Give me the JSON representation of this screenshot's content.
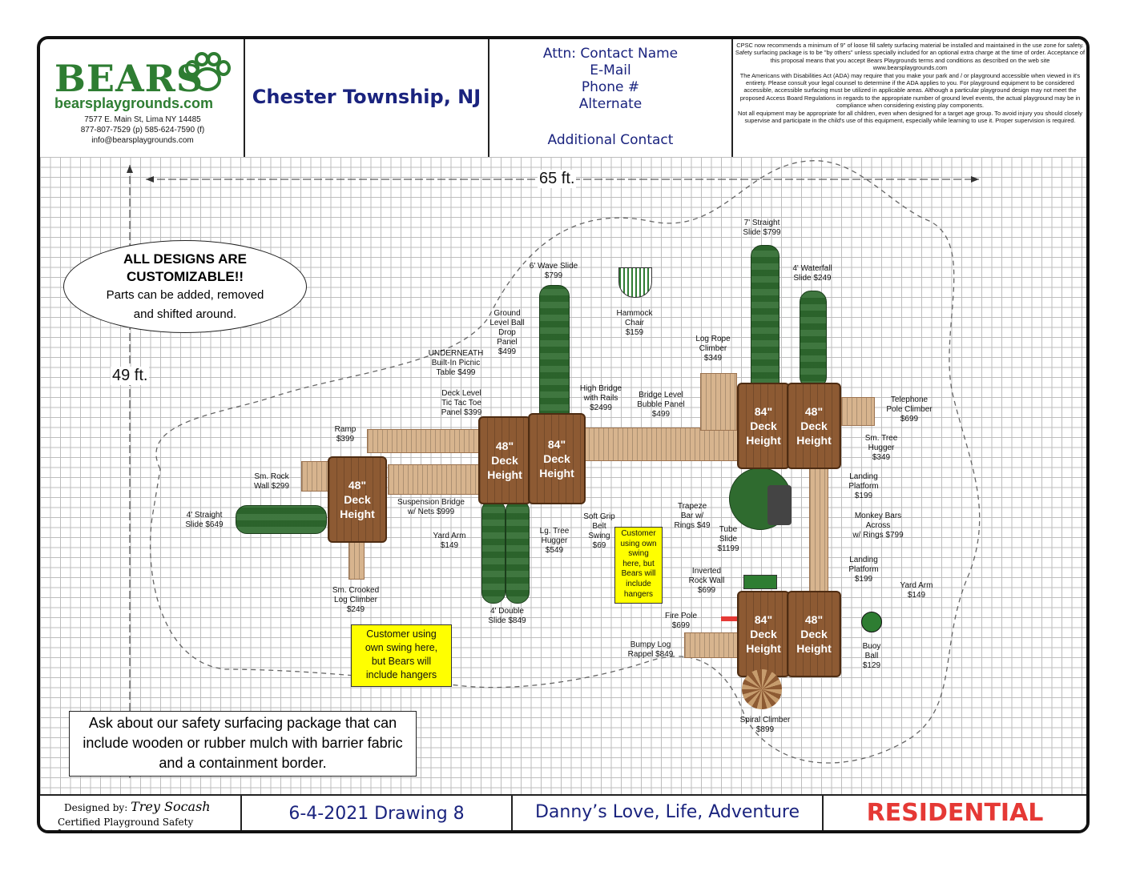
{
  "header": {
    "logo": {
      "brand": "BEARS",
      "url": "bearsplaygrounds.com",
      "address": "7577 E. Main St, Lima NY 14485",
      "phone": "877-807-7529 (p) 585-624-7590 (f)",
      "email": "info@bearsplaygrounds.com"
    },
    "location": "Chester Township, NJ",
    "contact": {
      "attn": "Attn: Contact Name",
      "email": "E-Mail",
      "phone": "Phone #",
      "alternate": "Alternate",
      "additional": "Additional Contact"
    },
    "disclaimer": "CPSC now recommends a minimum of 9\" of loose fill safety surfacing material be installed and maintained in the use zone for safety. Safety surfacing package is to be \"by others\" unless specially included for an optional extra charge at the time of order. Acceptance of this proposal means that you accept Bears Playgrounds terms and conditions as described on the web site www.bearsplaygrounds.com\nThe Americans with Disabilities Act (ADA) may require that you make your park and / or playground accessible when viewed in it's entirety. Please consult your legal counsel to determine if the ADA applies to you. For playground equipment to be considered accessible, accessible surfacing must be utilized in applicable areas. Although a particular playground design may not meet the proposed Access Board Regulations in regards to the appropriate number of ground level events, the actual playground may be in compliance when considering existing play components.\nNot all equipment may be appropriate for all children, even when designed for a target age group. To avoid injury you should closely supervise and participate in the child's use of this equipment, especially while learning to use it. Proper supervision is required."
  },
  "dimensions": {
    "width": "65 ft.",
    "height": "49 ft."
  },
  "callouts": {
    "customizable_title": "ALL DESIGNS ARE\nCUSTOMIZABLE!!",
    "customizable_body": "Parts can be added, removed\nand shifted around.",
    "surfacing": "Ask about our safety surfacing package that can include wooden or rubber mulch with barrier fabric and a containment border.",
    "swing_note_1": "Customer using\nown swing here,\nbut Bears will\ninclude hangers",
    "swing_note_2": "Customer\nusing own\nswing\nhere, but\nBears will\ninclude\nhangers"
  },
  "decks": {
    "left": "48\"\nDeck\nHeight",
    "center_a": "48\"\nDeck\nHeight",
    "center_b": "84\"\nDeck\nHeight",
    "right_top_a": "84\"\nDeck\nHeight",
    "right_top_b": "48\"\nDeck\nHeight",
    "right_bot_a": "84\"\nDeck\nHeight",
    "right_bot_b": "48\"\nDeck\nHeight"
  },
  "components": {
    "wave_slide": "6' Wave Slide\n$799",
    "ball_drop": "Ground\nLevel Ball\nDrop\nPanel\n$499",
    "picnic": "UNDERNEATH\nBuilt-In Picnic\nTable $499",
    "tictactoe": "Deck Level\nTic Tac Toe\nPanel $399",
    "ramp": "Ramp\n$399",
    "rock_wall": "Sm. Rock\nWall $299",
    "straight_slide_4": "4' Straight\nSlide $649",
    "suspension": "Suspension Bridge\nw/ Nets $999",
    "yard_arm_left": "Yard Arm\n$149",
    "crooked_log": "Sm. Crooked\nLog Climber\n$249",
    "double_slide": "4' Double\nSlide $849",
    "tree_hugger_lg": "Lg. Tree\nHugger\n$549",
    "grip_swing": "Soft Grip\nBelt\nSwing\n$69",
    "high_bridge": "High Bridge\nwith Rails\n$2499",
    "bubble": "Bridge Level\nBubble Panel\n$499",
    "hammock": "Hammock\nChair\n$159",
    "trapeze": "Trapeze\nBar w/\nRings $49",
    "straight_slide_7": "7' Straight\nSlide $799",
    "waterfall": "4' Waterfall\nSlide $249",
    "log_rope": "Log Rope\nClimber\n$349",
    "telephone": "Telephone\nPole Climber\n$699",
    "tree_hugger_sm": "Sm. Tree\nHugger\n$349",
    "landing_1": "Landing\nPlatform\n$199",
    "monkey_bars": "Monkey Bars\nAcross\nw/ Rings $799",
    "landing_2": "Landing\nPlatform\n$199",
    "tube_slide": "Tube\nSlide\n$1199",
    "inverted_rock": "Inverted\nRock Wall\n$699",
    "yard_arm_right": "Yard Arm\n$149",
    "fire_pole": "Fire Pole\n$699",
    "bumpy_log": "Bumpy Log\nRappel $849",
    "buoy": "Buoy\nBall\n$129",
    "spiral": "Spiral Climber\n$899"
  },
  "footer": {
    "designed_by_label": "Designed by:",
    "designer": "Trey Socash",
    "designer_title": "Certified Playground Safety Inspector",
    "drawing": "6-4-2021 Drawing 8",
    "project": "Danny’s Love, Life, Adventure",
    "type": "RESIDENTIAL"
  },
  "colors": {
    "brand_green": "#2e7d32",
    "wood": "#8d5a33",
    "slide": "#2f6b2f",
    "residential_red": "#e53935",
    "contact_blue": "#1a237e"
  }
}
